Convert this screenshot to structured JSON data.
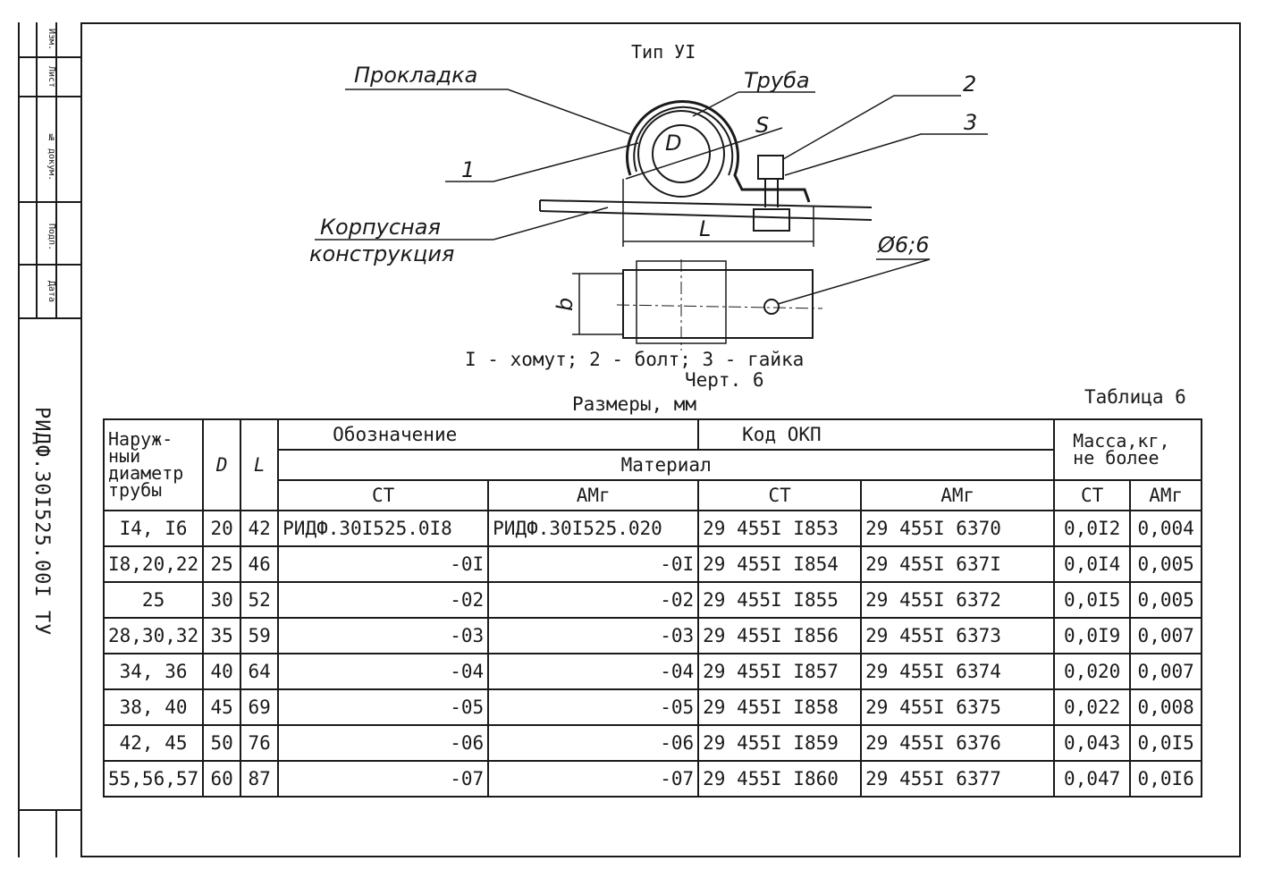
{
  "sidebar": {
    "labels": [
      "Изм.",
      "Лист",
      "№ докум.",
      "Подп.",
      "Дата"
    ],
    "document_code": "РИДФ.30I525.00I ТУ"
  },
  "drawing": {
    "type_title": "Тип УI",
    "labels": {
      "gasket": "Прокладка",
      "pipe": "Труба",
      "item2": "2",
      "item3": "3",
      "item1": "1",
      "s": "S",
      "D": "D",
      "structure_1": "Корпусная",
      "structure_2": "конструкция",
      "L": "L",
      "b": "b",
      "hole": "Ø6;6"
    },
    "legend": "I - хомут; 2 - болт; 3 - гайка",
    "figure": "Черт. 6",
    "units": "Размеры, мм",
    "table_label": "Таблица 6"
  },
  "table": {
    "headers": {
      "diameter": "Наруж-\nный\nдиаметр\nтрубы",
      "D": "D",
      "L": "L",
      "designation": "Обозначение",
      "okp": "Код ОКП",
      "mass": "Масса,кг,\nне более",
      "material": "Материал",
      "st": "СТ",
      "amg": "АМг"
    },
    "rows": [
      {
        "d": "I4, I6",
        "D": "20",
        "L": "42",
        "des_st": "РИДФ.30I525.0I8",
        "des_amg": "РИДФ.30I525.020",
        "okp_st": "29 455I I853",
        "okp_amg": "29 455I 6370",
        "m_st": "0,0I2",
        "m_amg": "0,004"
      },
      {
        "d": "I8,20,22",
        "D": "25",
        "L": "46",
        "des_st": "-0I",
        "des_amg": "-0I",
        "okp_st": "29 455I I854",
        "okp_amg": "29 455I 637I",
        "m_st": "0,0I4",
        "m_amg": "0,005"
      },
      {
        "d": "25",
        "D": "30",
        "L": "52",
        "des_st": "-02",
        "des_amg": "-02",
        "okp_st": "29 455I I855",
        "okp_amg": "29 455I 6372",
        "m_st": "0,0I5",
        "m_amg": "0,005"
      },
      {
        "d": "28,30,32",
        "D": "35",
        "L": "59",
        "des_st": "-03",
        "des_amg": "-03",
        "okp_st": "29 455I I856",
        "okp_amg": "29 455I 6373",
        "m_st": "0,0I9",
        "m_amg": "0,007"
      },
      {
        "d": "34, 36",
        "D": "40",
        "L": "64",
        "des_st": "-04",
        "des_amg": "-04",
        "okp_st": "29 455I I857",
        "okp_amg": "29 455I 6374",
        "m_st": "0,020",
        "m_amg": "0,007"
      },
      {
        "d": "38, 40",
        "D": "45",
        "L": "69",
        "des_st": "-05",
        "des_amg": "-05",
        "okp_st": "29 455I I858",
        "okp_amg": "29 455I 6375",
        "m_st": "0,022",
        "m_amg": "0,008"
      },
      {
        "d": "42, 45",
        "D": "50",
        "L": "76",
        "des_st": "-06",
        "des_amg": "-06",
        "okp_st": "29 455I I859",
        "okp_amg": "29 455I 6376",
        "m_st": "0,043",
        "m_amg": "0,0I5"
      },
      {
        "d": "55,56,57",
        "D": "60",
        "L": "87",
        "des_st": "-07",
        "des_amg": "-07",
        "okp_st": "29 455I I860",
        "okp_amg": "29 455I 6377",
        "m_st": "0,047",
        "m_amg": "0,0I6"
      }
    ]
  }
}
